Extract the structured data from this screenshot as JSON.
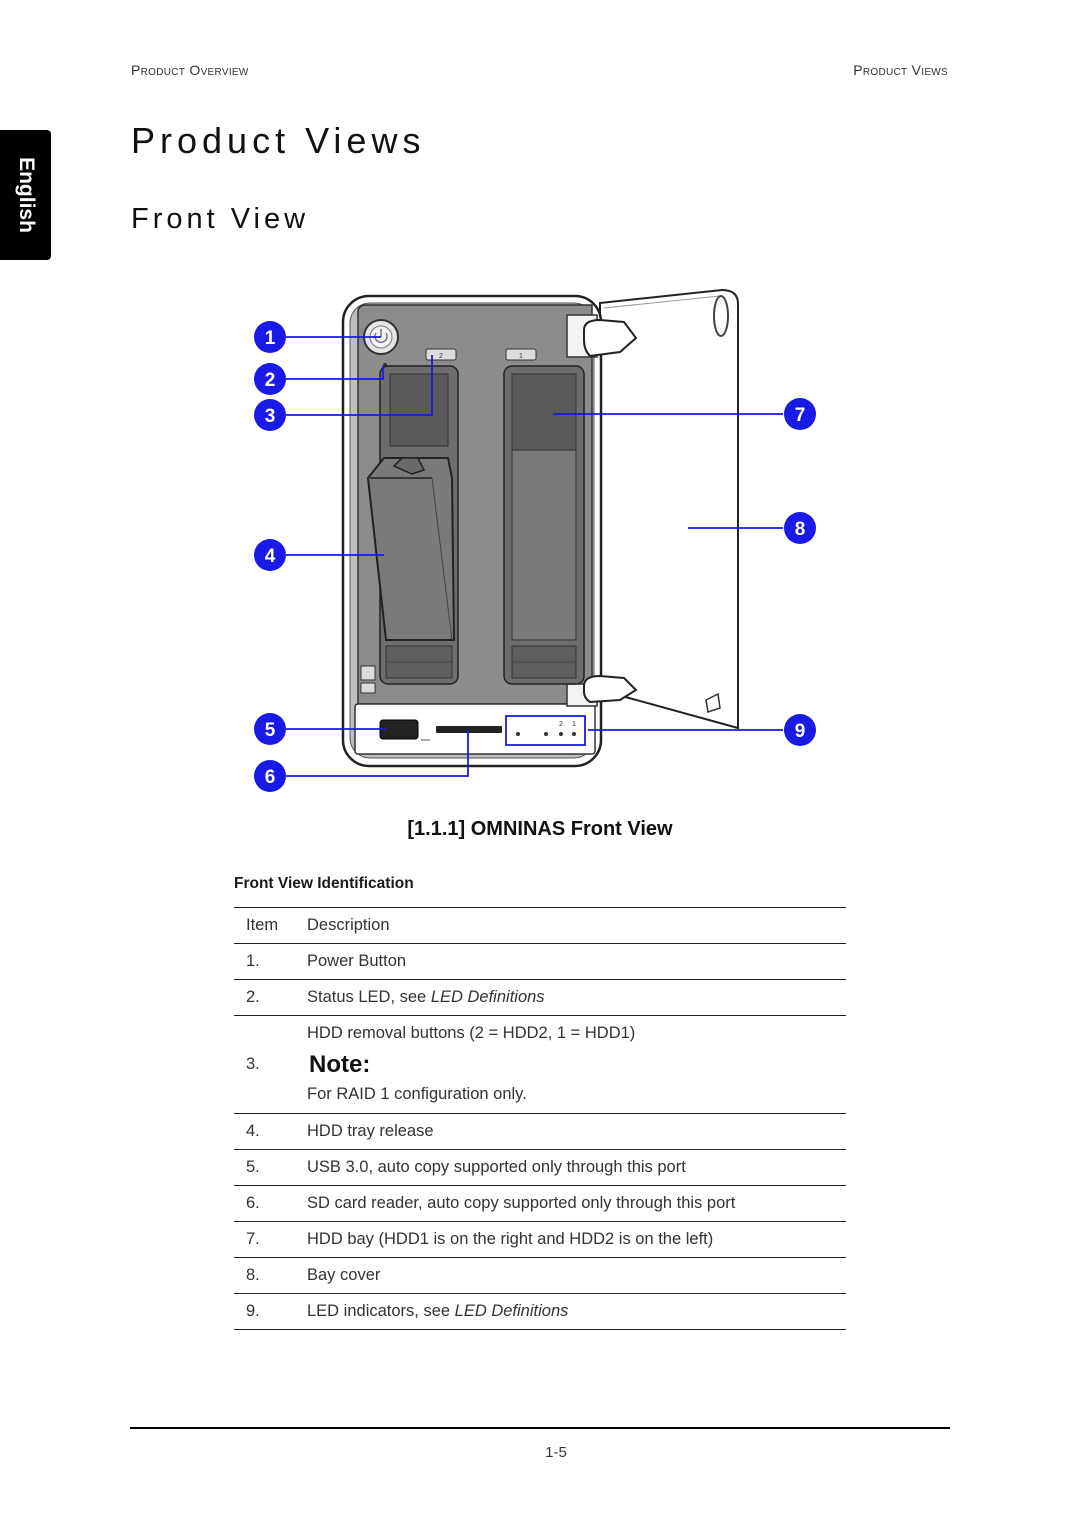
{
  "header": {
    "left": "Product Overview",
    "right": "Product Views"
  },
  "language_tab": "English",
  "titles": {
    "main": "Product Views",
    "sub": "Front View"
  },
  "figure": {
    "caption": "[1.1.1] OMNINAS Front View",
    "callouts": [
      "1",
      "2",
      "3",
      "4",
      "5",
      "6",
      "7",
      "8",
      "9"
    ],
    "bay_labels": [
      "2",
      "1"
    ],
    "led_labels": [
      "2",
      "1"
    ],
    "colors": {
      "callout": "#1a1ae6",
      "chassis": "#8a8a8a",
      "cover": "#ffffff"
    }
  },
  "table": {
    "title": "Front View Identification",
    "headers": [
      "Item",
      "Description"
    ],
    "rows": [
      {
        "item": "1.",
        "desc": "Power Button",
        "link": ""
      },
      {
        "item": "2.",
        "desc": "Status LED, see ",
        "link": "LED Definitions"
      },
      {
        "item": "3.",
        "desc": "HDD removal buttons (2 = HDD2, 1 = HDD1)",
        "note_title": "Note:",
        "note_text": "For RAID 1 configuration only."
      },
      {
        "item": "4.",
        "desc": "HDD tray release",
        "link": ""
      },
      {
        "item": "5.",
        "desc": "USB 3.0, auto copy supported only through this port",
        "link": ""
      },
      {
        "item": "6.",
        "desc": "SD card reader, auto copy supported only through this port",
        "link": ""
      },
      {
        "item": "7.",
        "desc": "HDD bay (HDD1 is on the right and HDD2 is on the left)",
        "link": ""
      },
      {
        "item": "8.",
        "desc": "Bay cover",
        "link": ""
      },
      {
        "item": "9.",
        "desc": "LED indicators, see ",
        "link": "LED Definitions"
      }
    ]
  },
  "footer": {
    "page": "1-5"
  }
}
